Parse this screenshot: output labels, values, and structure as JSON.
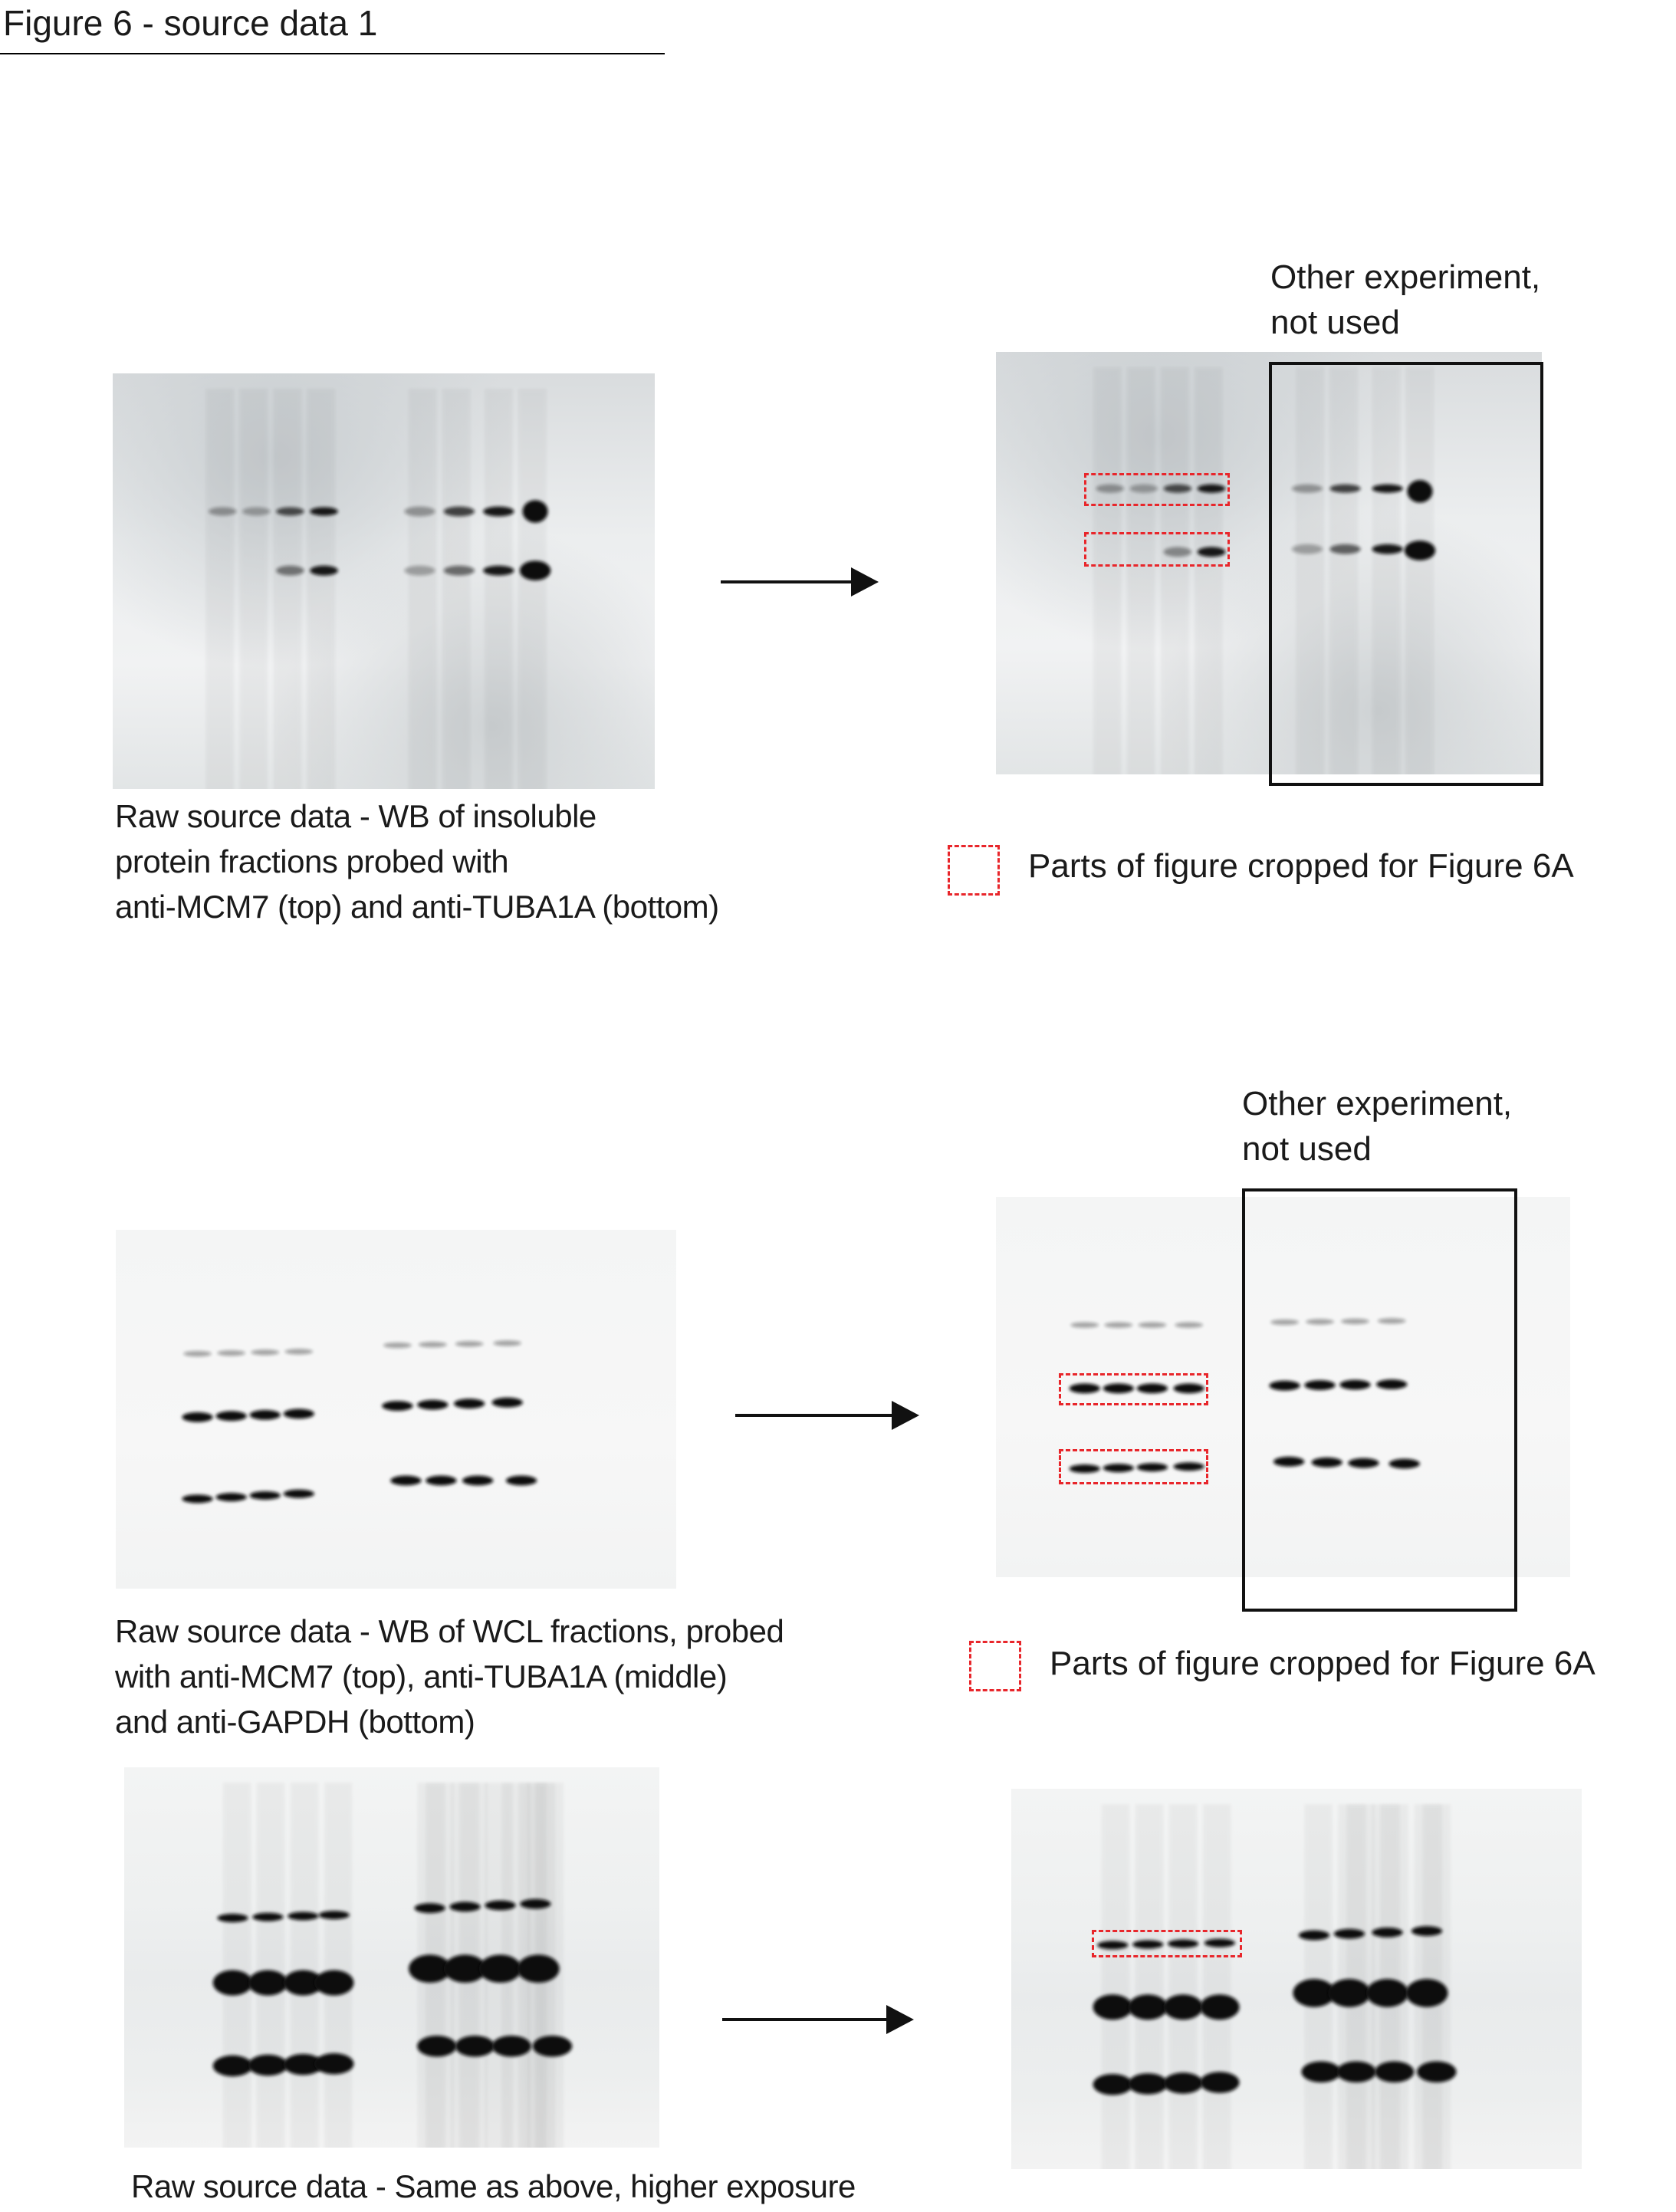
{
  "figure_title": "Figure 6 - source data 1",
  "panel1": {
    "caption_lines": [
      "Raw source data - WB of insoluble",
      "protein fractions probed with",
      "anti-MCM7 (top) and anti-TUBA1A (bottom)"
    ],
    "other_experiment_lines": [
      "Other experiment,",
      "not used"
    ],
    "legend": "Parts of figure cropped for Figure 6A"
  },
  "panel2": {
    "caption_lines": [
      "Raw source data - WB of WCL fractions, probed",
      "with anti-MCM7 (top), anti-TUBA1A (middle)",
      "and anti-GAPDH (bottom)"
    ],
    "other_experiment_lines": [
      "Other experiment,",
      "not used"
    ],
    "legend": "Parts of figure cropped for Figure 6A"
  },
  "panel3": {
    "caption_lines": [
      "Raw source data - Same as above, higher exposure"
    ]
  },
  "colors": {
    "crop_outline": "#e8262b",
    "band": "#111111"
  }
}
